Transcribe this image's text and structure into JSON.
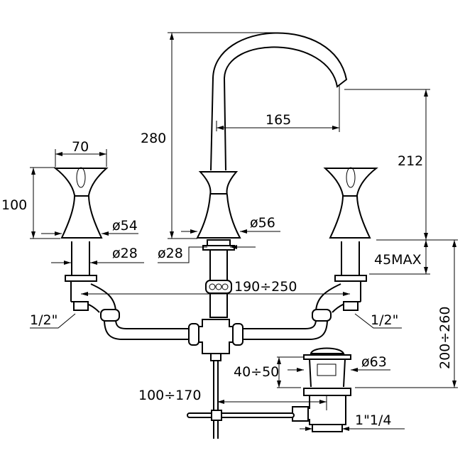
{
  "drawing": {
    "dimensions": {
      "handle_width": "70",
      "handle_height": "100",
      "handle_base_diameter": "ø54",
      "stem_diameter_left": "ø28",
      "total_height": "280",
      "spout_reach": "165",
      "spout_height": "212",
      "body_base_diameter": "ø56",
      "stem_diameter_center": "ø28",
      "max_deck_thickness": "45MAX",
      "handle_spacing": "190÷250",
      "inlet_left": "1/2\"",
      "inlet_right": "1/2\"",
      "drain_depth": "200÷260",
      "drain_diameter": "ø63",
      "drain_range": "40÷50",
      "rod_range": "100÷170",
      "drain_thread": "1\"1/4"
    },
    "colors": {
      "line": "#000000",
      "background": "#ffffff"
    }
  }
}
